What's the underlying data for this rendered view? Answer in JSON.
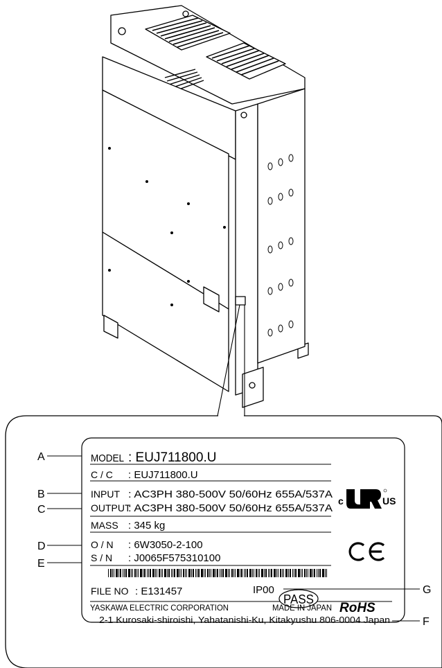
{
  "nameplate": {
    "model_key": "MODEL",
    "model_value": ": EUJ711800.U",
    "cc_key": "C / C",
    "cc_value": ": EUJ711800.U",
    "input_key": "INPUT",
    "input_value": ": AC3PH 380-500V 50/60Hz 655A/537A",
    "output_key": "OUTPUT",
    "output_value": ": AC3PH 380-500V 50/60Hz 655A/537A",
    "mass_key": "MASS",
    "mass_value": ": 345 kg",
    "on_key": "O / N",
    "on_value": ": 6W3050-2-100",
    "sn_key": "S / N",
    "sn_value": ": J0065F575310100",
    "fileno_key": "FILE NO",
    "fileno_value": ": E131457",
    "ip_rating": "IP00",
    "pass_mark": "PASS",
    "company": "YASKAWA ELECTRIC CORPORATION",
    "made_in": "MADE IN JAPAN",
    "rohs": "RoHS",
    "address": "2-1 Kurosaki-shiroishi, Yahatanishi-Ku, Kitakyushu 806-0004 Japan",
    "ul_c": "c",
    "ul_us": "US",
    "ce": "CE"
  },
  "callouts": {
    "a": "A",
    "b": "B",
    "c": "C",
    "d": "D",
    "e": "E",
    "f": "F",
    "g": "G"
  }
}
